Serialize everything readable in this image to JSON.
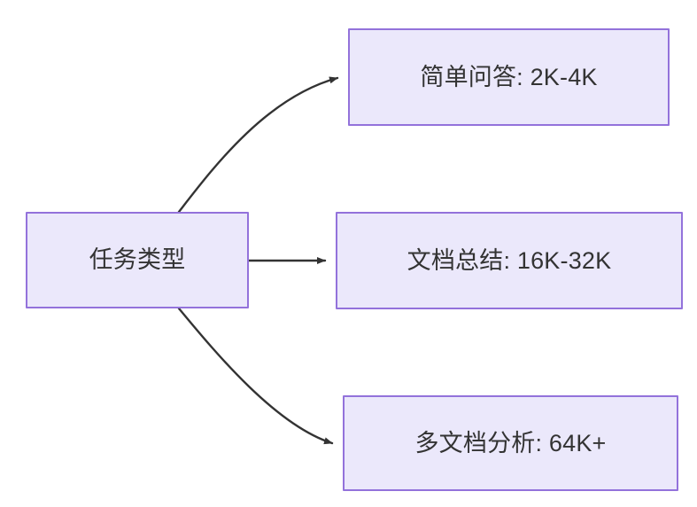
{
  "diagram": {
    "type": "flowchart",
    "direction": "left-to-right",
    "background_color": "#ffffff",
    "node_fill_color": "#ebe8fb",
    "node_border_color": "#9372db",
    "node_text_color": "#333333",
    "edge_color": "#333333",
    "source_node": {
      "id": "task-type",
      "label": "任务类型"
    },
    "target_nodes": [
      {
        "id": "simple-qa",
        "label": "简单问答: 2K-4K"
      },
      {
        "id": "doc-summary",
        "label": "文档总结: 16K-32K"
      },
      {
        "id": "multi-doc-analysis",
        "label": "多文档分析: 64K+"
      }
    ],
    "edges": [
      {
        "id": "edge-0",
        "from": "task-type",
        "to": "simple-qa",
        "style": "curved",
        "arrow": "arrowhead-end",
        "label": ""
      },
      {
        "id": "edge-1",
        "from": "task-type",
        "to": "doc-summary",
        "style": "straight",
        "arrow": "arrowhead-end",
        "label": ""
      },
      {
        "id": "edge-2",
        "from": "task-type",
        "to": "multi-doc-analysis",
        "style": "curved",
        "arrow": "arrowhead-end",
        "label": ""
      }
    ]
  }
}
